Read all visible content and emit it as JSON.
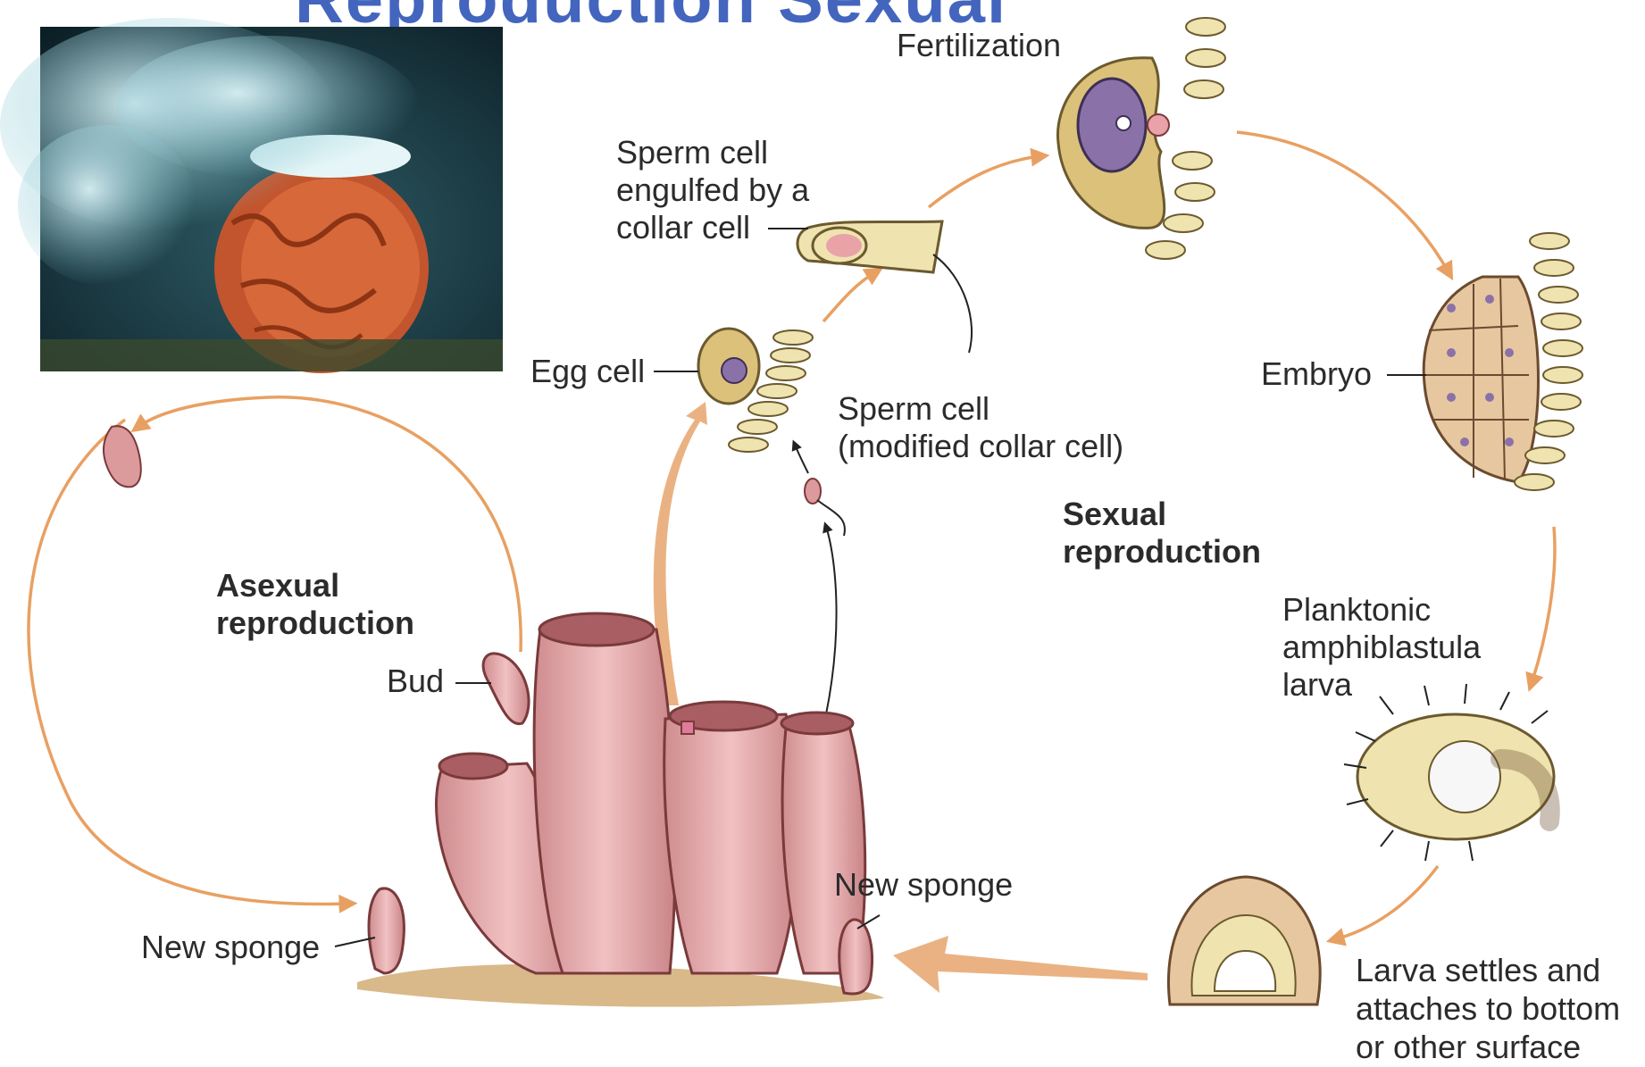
{
  "header": {
    "title_fragment": "Reproduction Sexual"
  },
  "colors": {
    "arrow": "#e8a062",
    "sponge": "#dc9a9c",
    "cell": "#dcc17a",
    "nucleus": "#8a72a8",
    "ground": "#d9b98a"
  },
  "photo": {
    "subject": "Sponge releasing gametes into water",
    "icon": "sponge-photo"
  },
  "labels": {
    "fertilization": "Fertilization",
    "sperm_engulfed": [
      "Sperm cell",
      "engulfed by a",
      "collar cell"
    ],
    "egg_cell": "Egg cell",
    "sperm_cell": [
      "Sperm cell",
      "(modified collar cell)"
    ],
    "embryo": "Embryo",
    "sexual": [
      "Sexual",
      "reproduction"
    ],
    "asexual": [
      "Asexual",
      "reproduction"
    ],
    "bud": "Bud",
    "planktonic": [
      "Planktonic",
      "amphiblastula",
      "larva"
    ],
    "new_sponge_left": "New sponge",
    "new_sponge_right": "New sponge",
    "larva_settles": [
      "Larva settles and",
      "attaches to bottom",
      "or other surface"
    ]
  }
}
